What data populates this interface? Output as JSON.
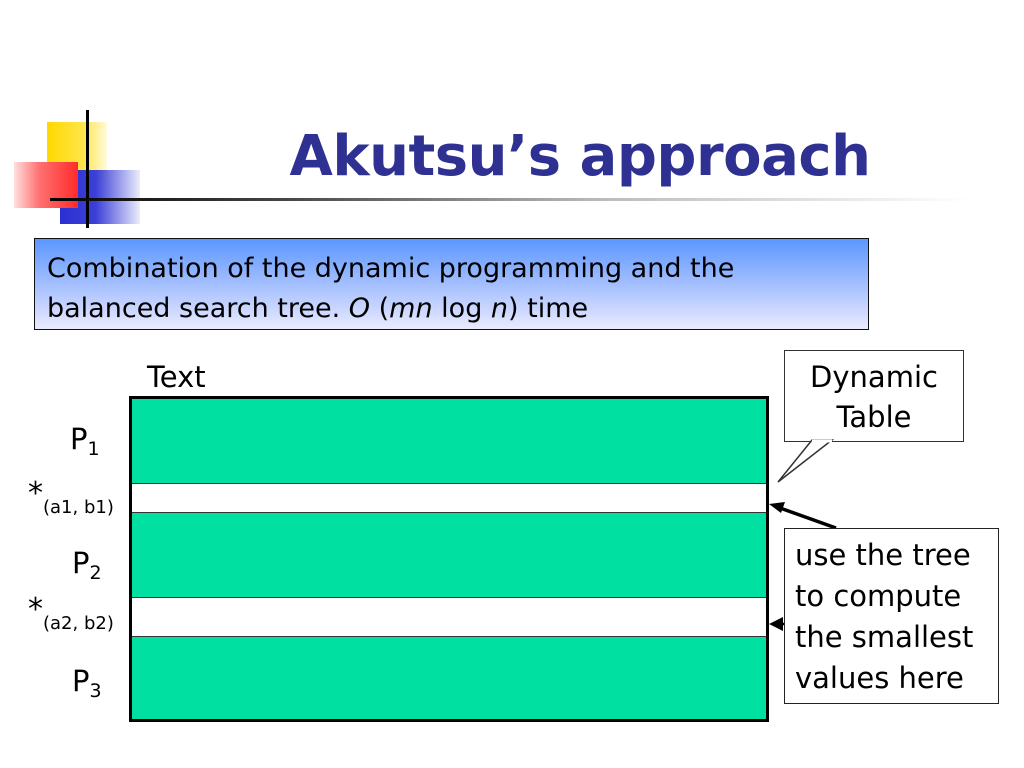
{
  "slide": {
    "title": "Akutsu’s approach"
  },
  "info_box": {
    "line1": "Combination of the dynamic programming and the",
    "line2_start": "balanced search tree. ",
    "o": "O",
    "paren_open": " (",
    "mn": "mn",
    "log": " log ",
    "n": "n",
    "paren_close": ") time"
  },
  "diagram": {
    "text_label": "Text",
    "rows": [
      {
        "base": "P",
        "sub": "1"
      },
      {
        "base": "P",
        "sub": "2"
      },
      {
        "base": "P",
        "sub": "3"
      }
    ],
    "gaps": [
      {
        "star": "*",
        "sub": "(a1, b1)"
      },
      {
        "star": "*",
        "sub": "(a2, b2)"
      }
    ],
    "callout": {
      "line1": "Dynamic",
      "line2": "Table"
    },
    "note": {
      "lines": [
        "use the tree",
        "to compute",
        "the smallest",
        "values here"
      ]
    },
    "colors": {
      "title": "#2e3192",
      "table_fill": "#00e0a0",
      "box_gradient_top": "#5a97ff",
      "box_gradient_bottom": "#eaeaff"
    }
  }
}
